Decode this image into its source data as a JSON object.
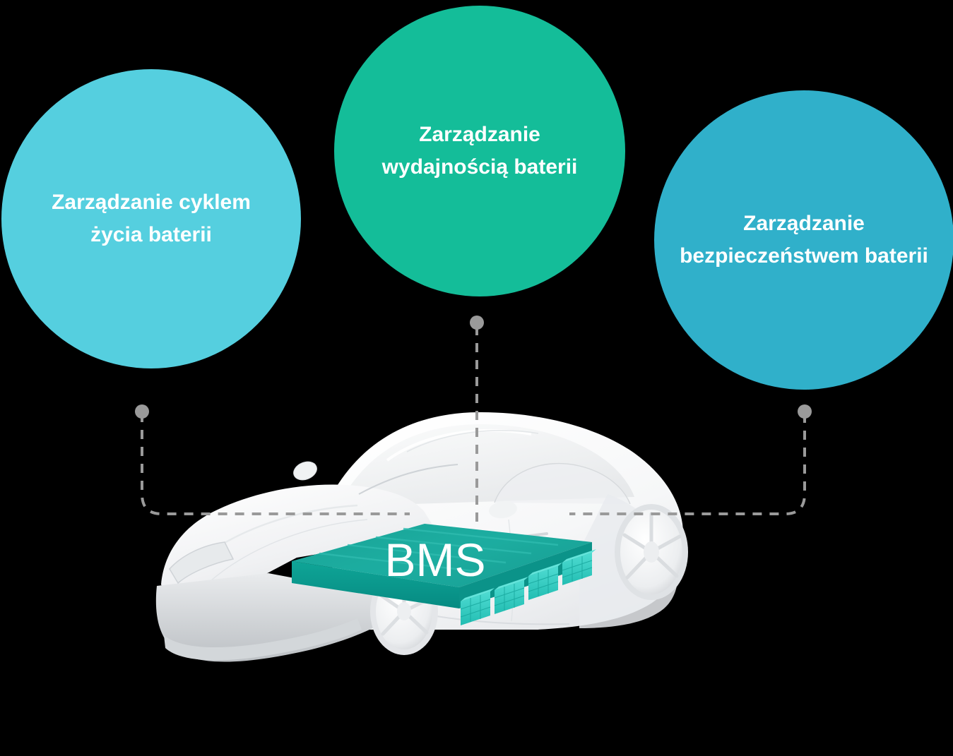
{
  "diagram": {
    "title_central_label": "BMS",
    "background_color": "#000000",
    "connector_color": "#9a9a9a",
    "connector_style": "dashed"
  },
  "bubbles": [
    {
      "id": "battery-lifecycle-management",
      "label": "Zarządzanie cyklem życia baterii",
      "color": "#55cfdf",
      "text_color": "#ffffff",
      "position": "left"
    },
    {
      "id": "battery-performance-management",
      "label": "Zarządzanie wydajnością baterii",
      "color": "#14bd99",
      "text_color": "#ffffff",
      "position": "center"
    },
    {
      "id": "battery-safety-management",
      "label": "Zarządzanie bezpieczeństwem baterii",
      "color": "#30b0ca",
      "text_color": "#ffffff",
      "position": "right"
    }
  ],
  "connectors": [
    {
      "id": "connector-left",
      "from": "battery-lifecycle-management",
      "to": "battery-pack"
    },
    {
      "id": "connector-center",
      "from": "battery-performance-management",
      "to": "battery-pack"
    },
    {
      "id": "connector-right",
      "from": "battery-safety-management",
      "to": "battery-pack"
    }
  ],
  "vehicle": {
    "type": "electric-car",
    "body_color": "#f2f3f4",
    "battery_pack": {
      "label": "BMS",
      "top_color": "#13a598",
      "side_color": "#0c9d92",
      "module_color": "#2ecdc4",
      "module_count": 6
    }
  }
}
